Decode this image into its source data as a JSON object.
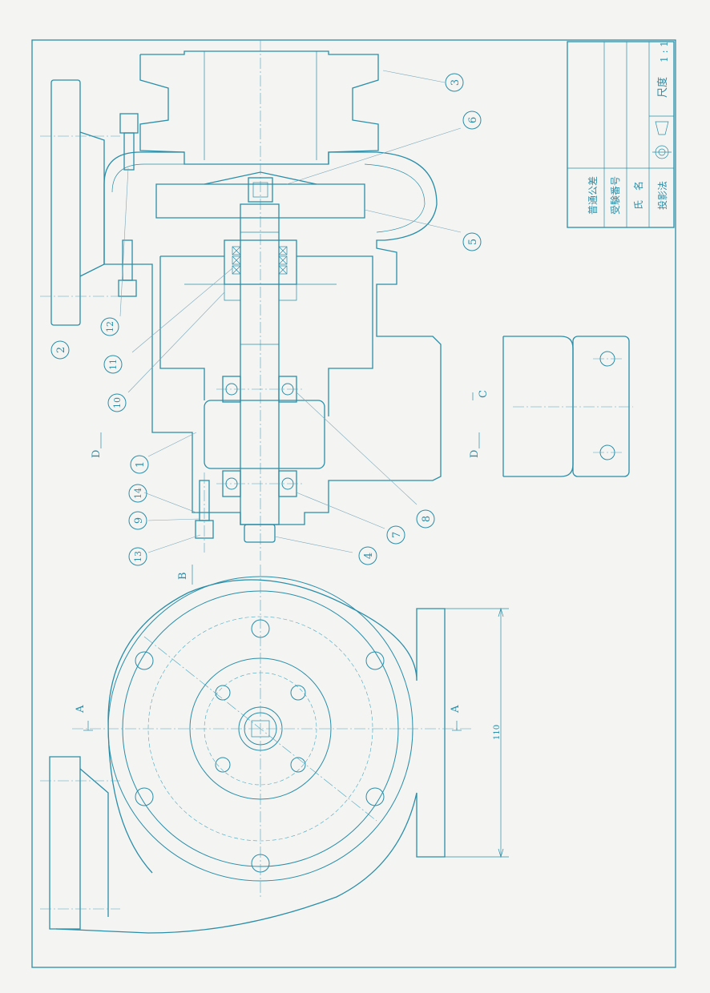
{
  "title_block": {
    "scale_label": "尺度",
    "scale_value": "1 : 1",
    "projection_label": "投影法",
    "name_label": "氏　名",
    "id_label": "受験番号",
    "tolerance_label": "普通公差"
  },
  "balloons": {
    "b1": "1",
    "b2": "2",
    "b3": "3",
    "b4": "4",
    "b5": "5",
    "b6": "6",
    "b7": "7",
    "b8": "8",
    "b9": "9",
    "b10": "10",
    "b11": "11",
    "b12": "12",
    "b13": "13",
    "b14": "14"
  },
  "section_marks": {
    "a": "A",
    "b": "B",
    "c": "C",
    "d": "D"
  },
  "dimension": {
    "value": "110"
  },
  "colors": {
    "line": "#2a8ea8",
    "paper": "#f4f4f2"
  }
}
